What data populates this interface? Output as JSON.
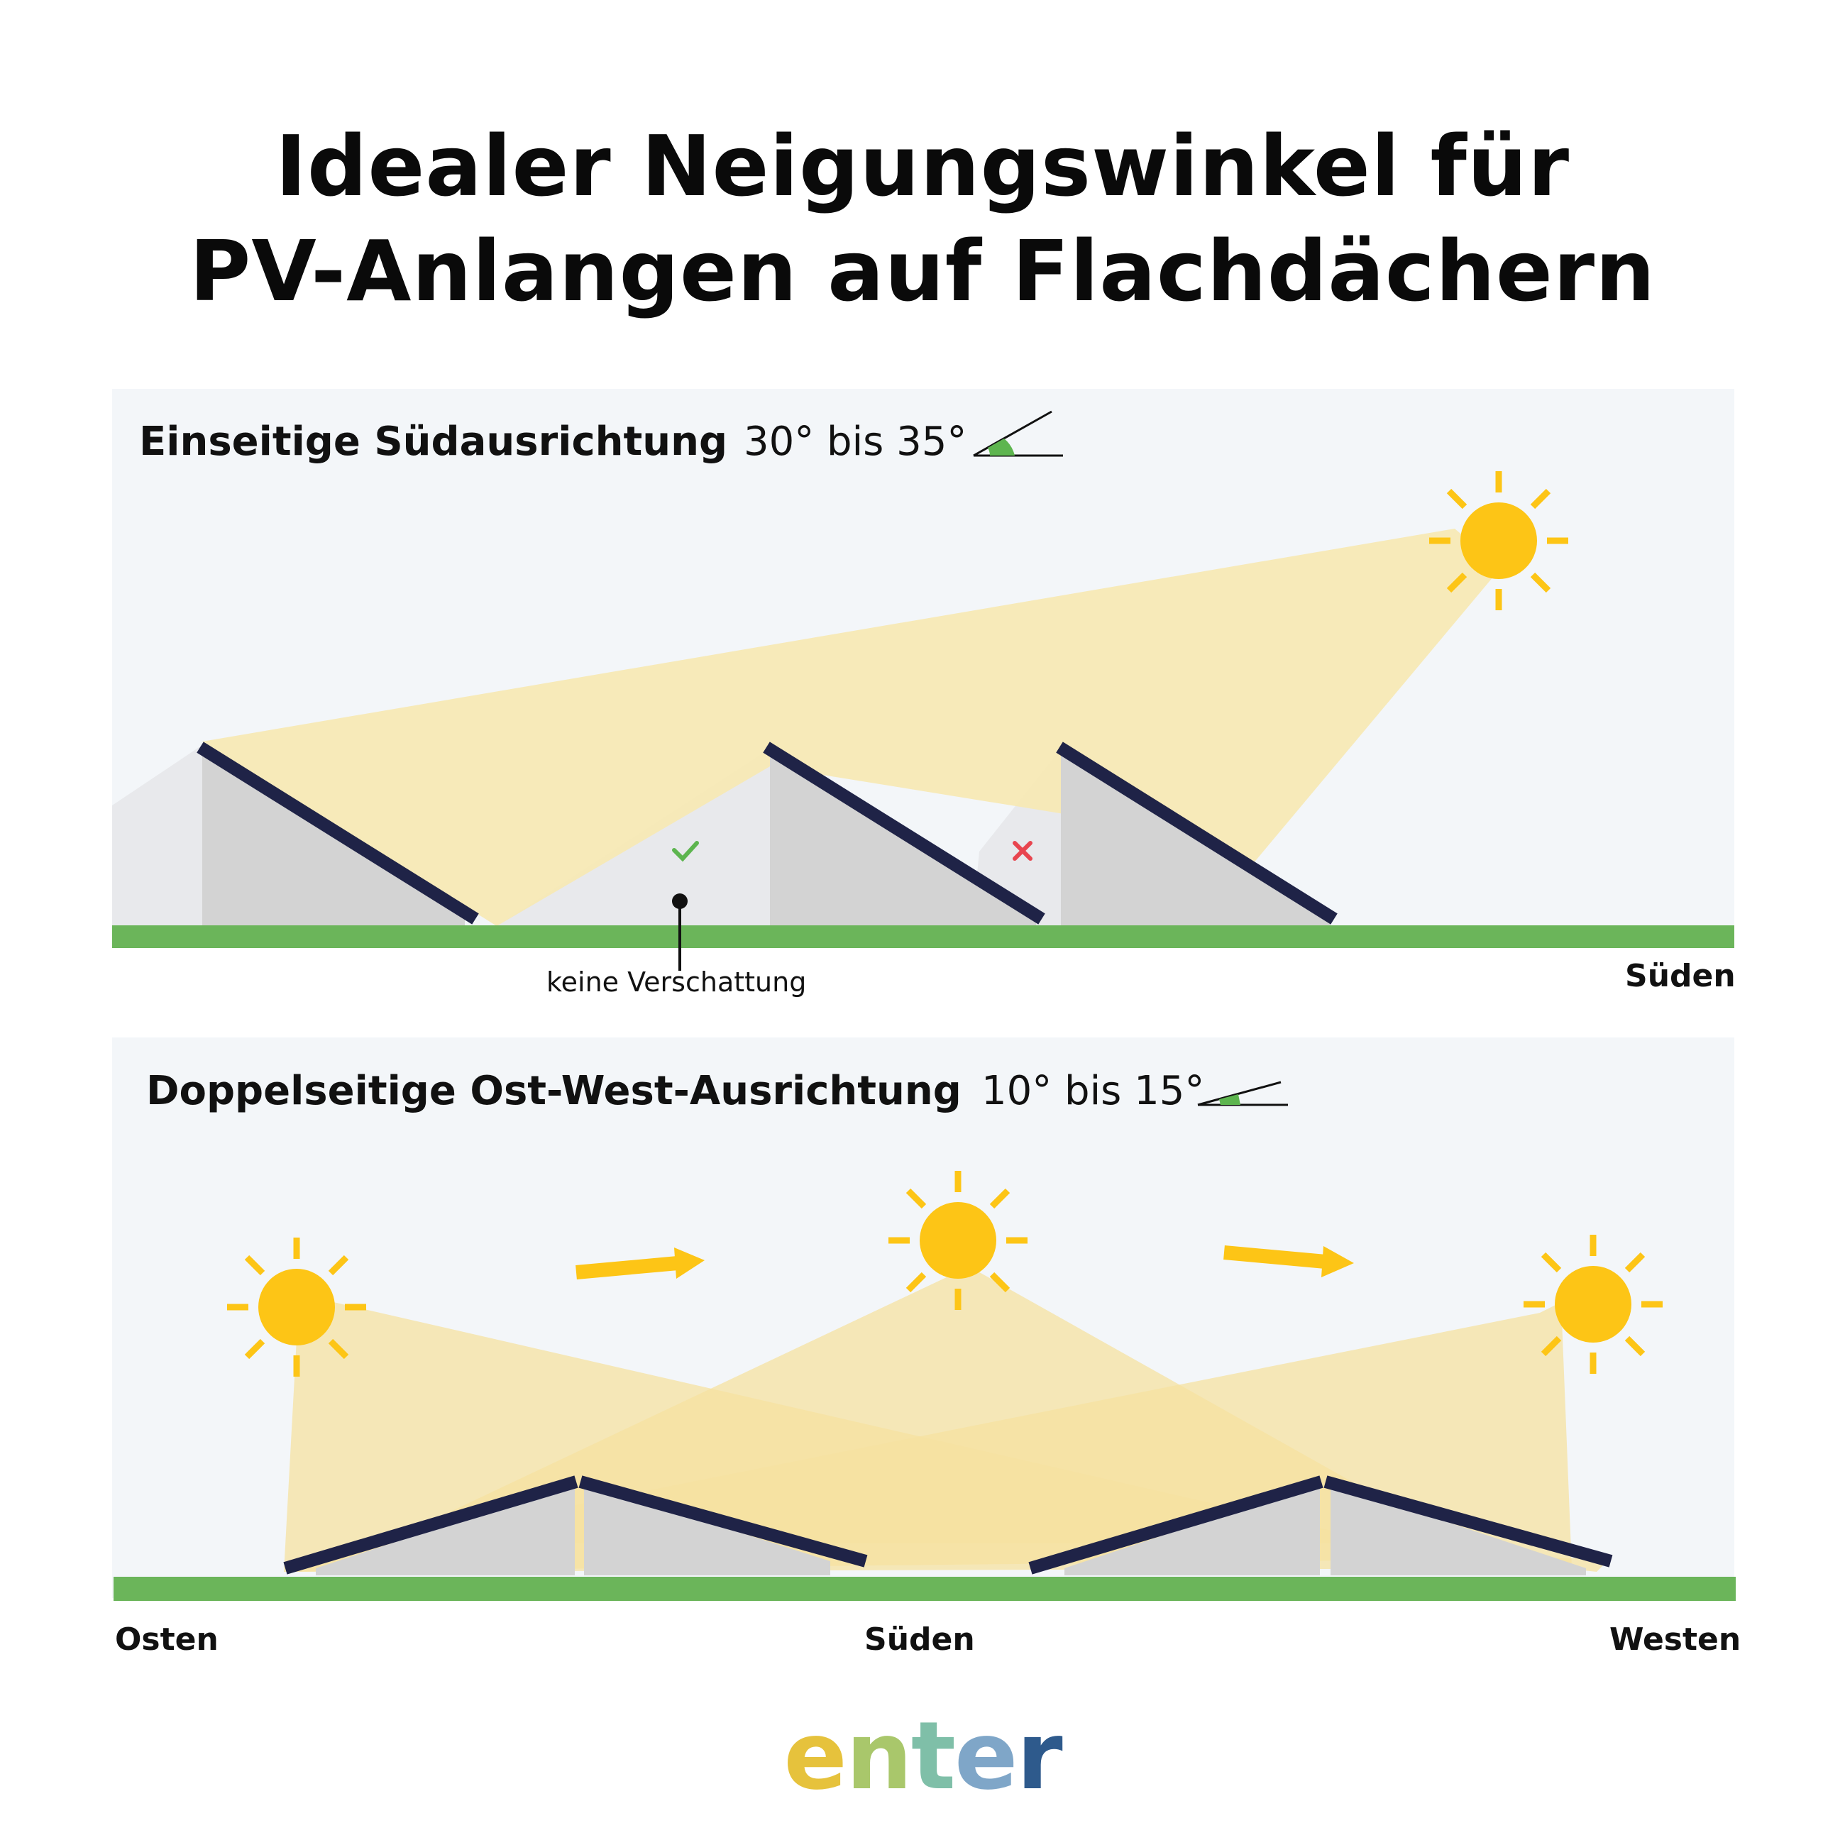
{
  "title": {
    "line1": "Idealer Neigungswinkel für",
    "line2": "PV-Anlangen auf Flachdächern"
  },
  "south_panel": {
    "heading": "Einseitige Südausrichtung",
    "angle": "30° bis 35°",
    "note": "keine Verschattung",
    "direction": "Süden",
    "status_good": "check-icon",
    "status_bad": "cross-icon"
  },
  "eastwest_panel": {
    "heading": "Doppelseitige Ost-West-Ausrichtung",
    "angle": "10° bis 15°",
    "dir_east": "Osten",
    "dir_south": "Süden",
    "dir_west": "Westen"
  },
  "colors": {
    "sun": "#FDC516",
    "light_beam": "#F7E9B5",
    "module": "#1F2347",
    "ground": "#6BB55A",
    "rack": "#D3D3D3",
    "shadow": "#E8E9EC",
    "good": "#5DB54F",
    "bad": "#E8454F"
  },
  "brand": {
    "logo": "enter",
    "letters": [
      "e",
      "n",
      "t",
      "e",
      "r"
    ],
    "letter_colors": [
      "#E6C23C",
      "#A9C76B",
      "#7FBFA8",
      "#7FA6C8",
      "#2E5A8C"
    ]
  }
}
